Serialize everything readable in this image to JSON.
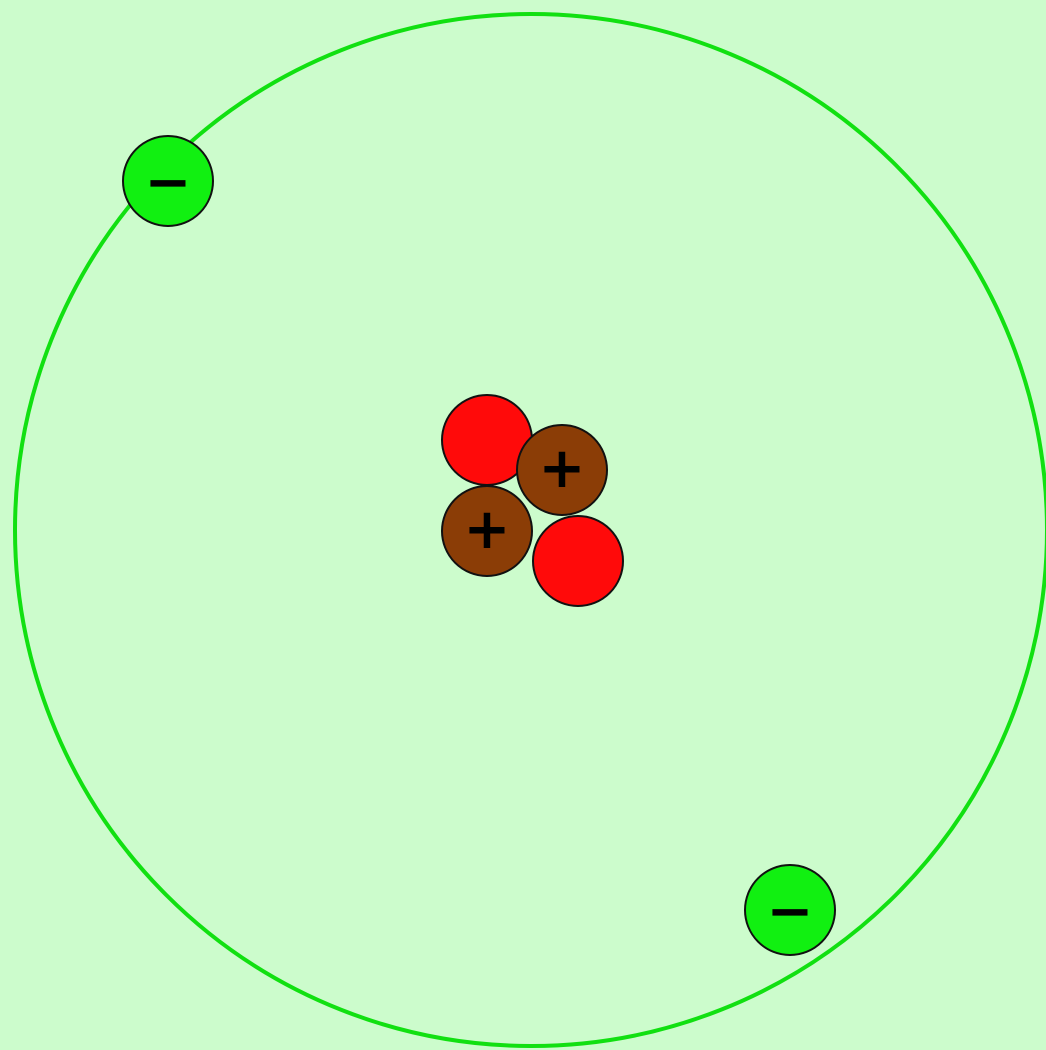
{
  "colors": {
    "background": "#ccfccc",
    "orbit": "#11e011",
    "electron": "#11f011",
    "proton": "#8b3d06",
    "neutron": "#ff0a0a",
    "outline": "#111111",
    "sign": "#000000"
  },
  "particles": {
    "electron_count": 2,
    "proton_count": 2,
    "neutron_count": 2
  },
  "signs": {
    "electron": "−",
    "proton": "+"
  }
}
